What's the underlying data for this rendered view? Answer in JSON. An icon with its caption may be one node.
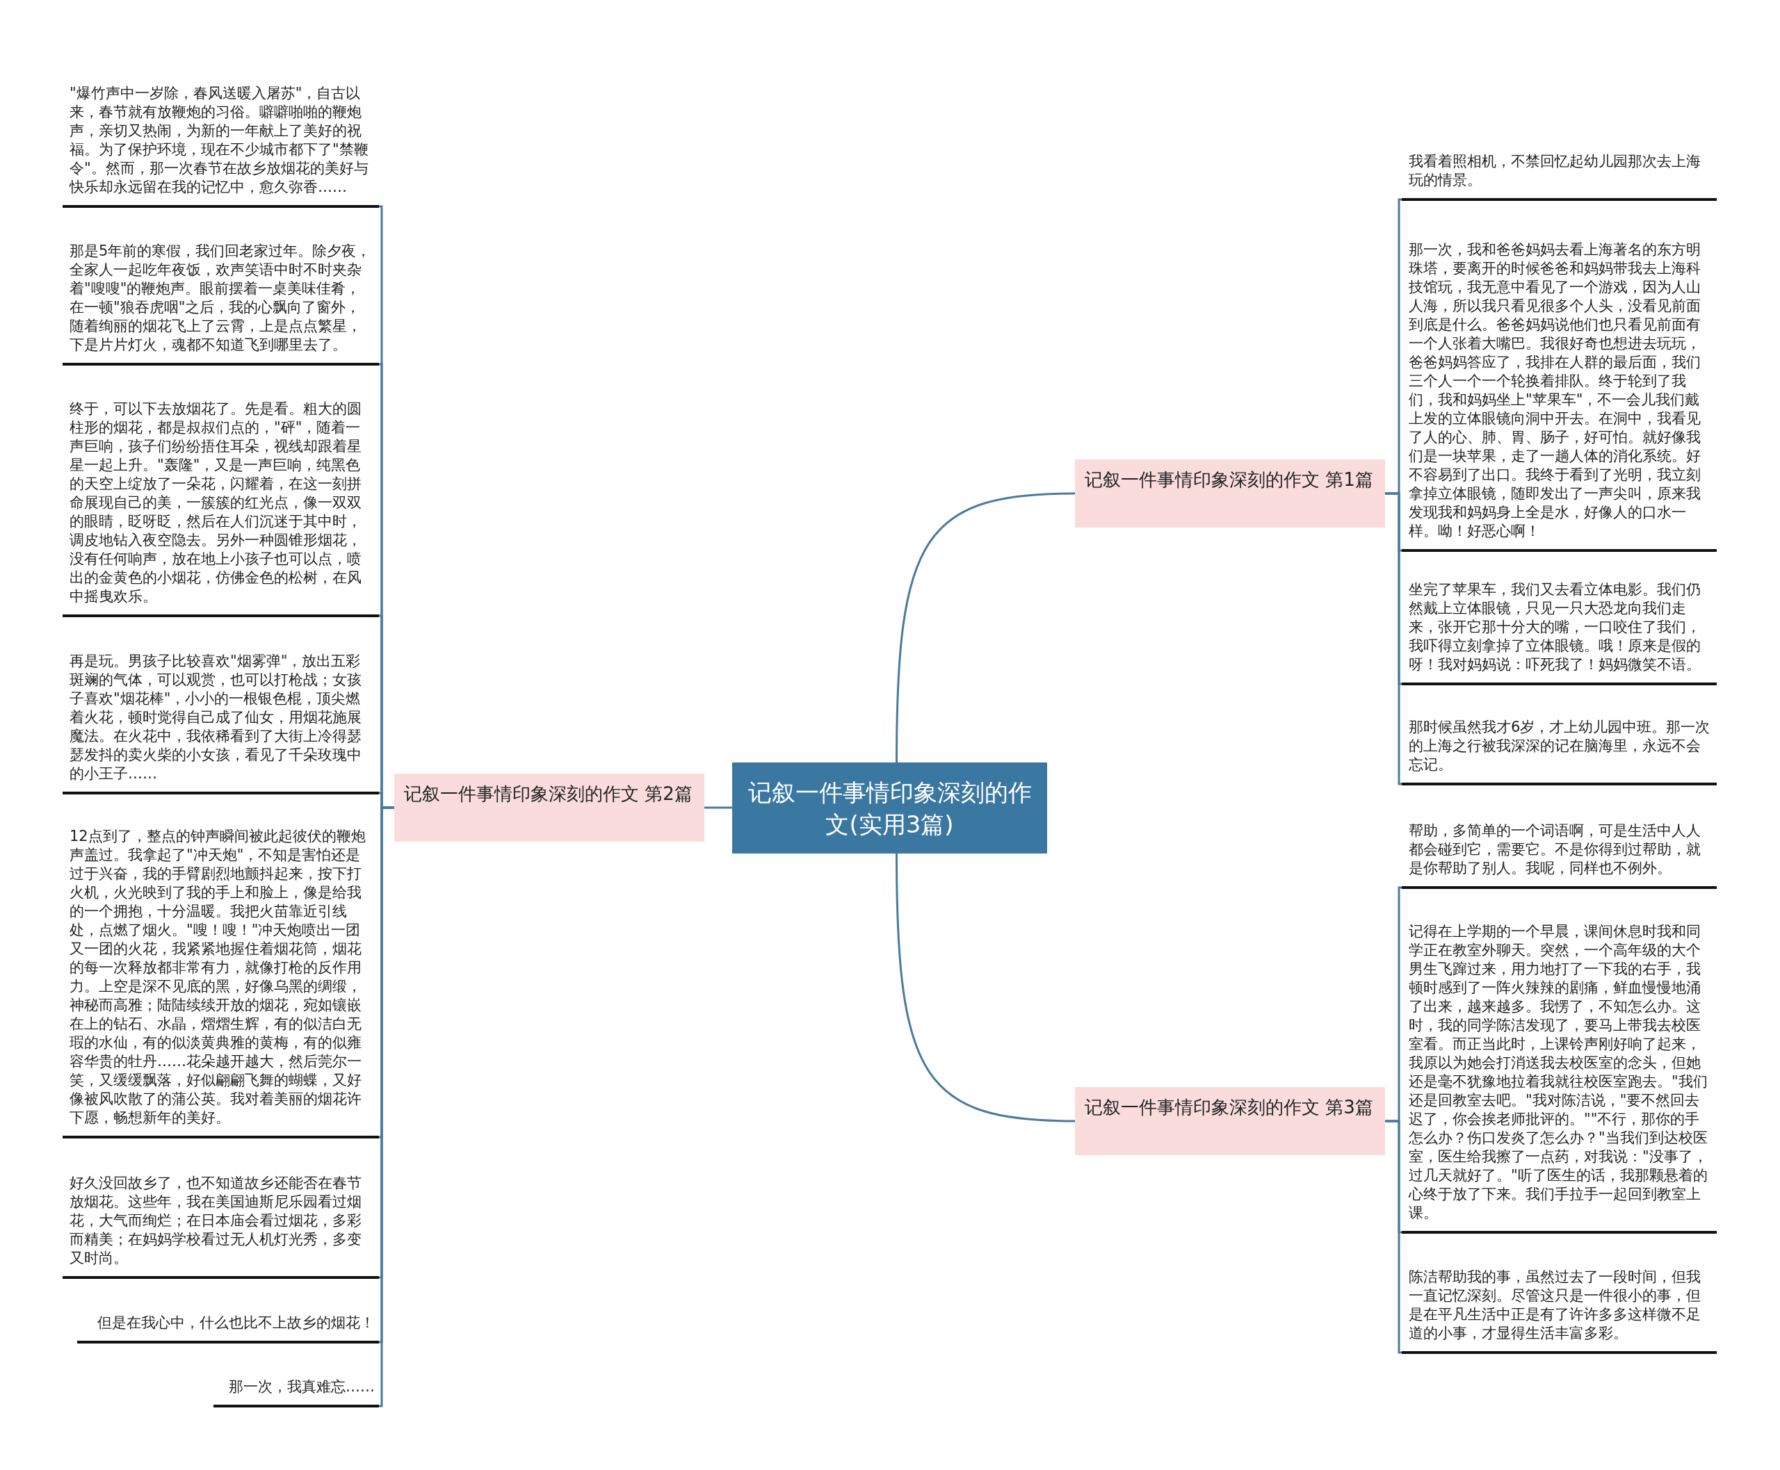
{
  "diagram": {
    "nodes": [
      {
        "text": [
          "记叙一件事情印象深刻的作文(实用3篇)"
        ]
      },
      {
        "text": [
          "记叙一件事情印象深刻的作文 第1篇"
        ]
      },
      {
        "text": [
          "我看着照相机，不禁回忆起幼儿园那次去上海玩的情景。"
        ]
      },
      {
        "text": [
          "那一次，我和爸爸妈妈去看上海著名的东方明珠塔，要离开的时候爸爸和妈妈带我去上海科技馆玩，我无意中看见了一个游戏，因为人山人海，所以我只看见很多个人头，没看见前面到底是什么。爸爸妈妈说他们也只看见前面有一个人张着大嘴巴。我很好奇也想进去玩玩，爸爸妈妈答应了，我排在人群的最后面，我们三个人一个一个轮换着排队。终于轮到了我们，我和妈妈坐上\"苹果车\"，不一会儿我们戴上发的立体眼镜向洞中开去。在洞中，我看见了人的心、肺、胃、肠子，好可怕。就好像我们是一块苹果，走了一趟人体的消化系统。好不容易到了出口。我终于看到了光明，我立刻拿掉立体眼镜，随即发出了一声尖叫，原来我发现我和妈妈身上全是水，好像人的口水一样。呦！好恶心啊！"
        ]
      },
      {
        "text": [
          "坐完了苹果车，我们又去看立体电影。我们仍然戴上立体眼镜，只见一只大恐龙向我们走来，张开它那十分大的嘴，一口咬住了我们，我吓得立刻拿掉了立体眼镜。哦！原来是假的呀！我对妈妈说：吓死我了！妈妈微笑不语。"
        ]
      },
      {
        "text": [
          "那时候虽然我才6岁，才上幼儿园中班。那一次的上海之行被我深深的记在脑海里，永远不会忘记。"
        ]
      },
      {
        "text": [
          "记叙一件事情印象深刻的作文 第2篇"
        ]
      },
      {
        "text": [
          "\"爆竹声中一岁除，春风送暖入屠苏\"，自古以来，春节就有放鞭炮的习俗。噼噼啪啪的鞭炮声，亲切又热闹，为新的一年献上了美好的祝福。为了保护环境，现在不少城市都下了\"禁鞭令\"。然而，那一次春节在故乡放烟花的美好与快乐却永远留在我的记忆中，愈久弥香……"
        ]
      },
      {
        "text": [
          "那是5年前的寒假，我们回老家过年。除夕夜，全家人一起吃年夜饭，欢声笑语中时不时夹杂着\"嗖嗖\"的鞭炮声。眼前摆着一桌美味佳肴，在一顿\"狼吞虎咽\"之后，我的心飘向了窗外，随着绚丽的烟花飞上了云霄，上是点点繁星，下是片片灯火，魂都不知道飞到哪里去了。"
        ]
      },
      {
        "text": [
          "终于，可以下去放烟花了。先是看。粗大的圆柱形的烟花，都是叔叔们点的，\"砰\"，随着一声巨响，孩子们纷纷捂住耳朵，视线却跟着星星一起上升。\"轰隆\"，又是一声巨响，纯黑色的天空上绽放了一朵花，闪耀着，在这一刻拼命展现自己的美，一簇簇的红光点，像一双双的眼睛，眨呀眨，然后在人们沉迷于其中时，调皮地钻入夜空隐去。另外一种圆锥形烟花，没有任何响声，放在地上小孩子也可以点，喷出的金黄色的小烟花，仿佛金色的松树，在风中摇曳欢乐。"
        ]
      },
      {
        "text": [
          "再是玩。男孩子比较喜欢\"烟雾弹\"，放出五彩斑斓的气体，可以观赏，也可以打枪战；女孩子喜欢\"烟花棒\"，小小的一根银色棍，顶尖燃着火花，顿时觉得自己成了仙女，用烟花施展魔法。在火花中，我依稀看到了大街上冷得瑟瑟发抖的卖火柴的小女孩，看见了千朵玫瑰中的小王子……"
        ]
      },
      {
        "text": [
          "12点到了，整点的钟声瞬间被此起彼伏的鞭炮声盖过。我拿起了\"冲天炮\"，不知是害怕还是过于兴奋，我的手臂剧烈地颤抖起来，按下打火机，火光映到了我的手上和脸上，像是给我的一个拥抱，十分温暖。我把火苗靠近引线处，点燃了烟火。\"嗖！嗖！\"冲天炮喷出一团又一团的火花，我紧紧地握住着烟花筒，烟花的每一次释放都非常有力，就像打枪的反作用力。上空是深不见底的黑，好像乌黑的绸缎，神秘而高雅；陆陆续续开放的烟花，宛如镶嵌在上的钻石、水晶，熠熠生辉，有的似洁白无瑕的水仙，有的似淡黄典雅的黄梅，有的似雍容华贵的牡丹……花朵越开越大，然后莞尔一笑，又缓缓飘落，好似翩翩飞舞的蝴蝶，又好像被风吹散了的蒲公英。我对着美丽的烟花许下愿，畅想新年的美好。"
        ]
      },
      {
        "text": [
          "好久没回故乡了，也不知道故乡还能否在春节放烟花。这些年，我在美国迪斯尼乐园看过烟花，大气而绚烂；在日本庙会看过烟花，多彩而精美；在妈妈学校看过无人机灯光秀，多变又时尚。"
        ]
      },
      {
        "text": [
          "但是在我心中，什么也比不上故乡的烟花！"
        ]
      },
      {
        "text": [
          "那一次，我真难忘……"
        ]
      },
      {
        "text": [
          "记叙一件事情印象深刻的作文 第3篇"
        ]
      },
      {
        "text": [
          "帮助，多简单的一个词语啊，可是生活中人人都会碰到它，需要它。不是你得到过帮助，就是你帮助了别人。我呢，同样也不例外。"
        ]
      },
      {
        "text": [
          "记得在上学期的一个早晨，课间休息时我和同学正在教室外聊天。突然，一个高年级的大个男生飞蹿过来，用力地打了一下我的右手，我顿时感到了一阵火辣辣的剧痛，鲜血慢慢地涌了出来，越来越多。我愣了，不知怎么办。这时，我的同学陈洁发现了，要马上带我去校医室看。而正当此时，上课铃声刚好响了起来，我原以为她会打消送我去校医室的念头，但她还是毫不犹豫地拉着我就往校医室跑去。\"我们还是回教室去吧。\"我对陈洁说，\"要不然回去迟了，你会挨老师批评的。\"\"不行，那你的手怎么办？伤口发炎了怎么办？\"当我们到达校医室，医生给我擦了一点药，对我说：\"没事了，过几天就好了。\"听了医生的话，我那颗悬着的心终于放了下来。我们手拉手一起回到教室上课。"
        ]
      },
      {
        "text": [
          "陈洁帮助我的事，虽然过去了一段时间，但我一直记忆深刻。尽管这只是一件很小的事，但是在平凡生活中正是有了许许多多这样微不足道的小事，才显得生活丰富多彩。"
        ]
      }
    ],
    "edges": [
      {
        "from": 0,
        "to": 1,
        "arrow": "none"
      },
      {
        "from": 1,
        "to": 2,
        "arrow": "none"
      },
      {
        "from": 1,
        "to": 3,
        "arrow": "none"
      },
      {
        "from": 1,
        "to": 4,
        "arrow": "none"
      },
      {
        "from": 1,
        "to": 5,
        "arrow": "none"
      },
      {
        "from": 0,
        "to": 6,
        "arrow": "none"
      },
      {
        "from": 6,
        "to": 7,
        "arrow": "none"
      },
      {
        "from": 6,
        "to": 8,
        "arrow": "none"
      },
      {
        "from": 6,
        "to": 9,
        "arrow": "none"
      },
      {
        "from": 6,
        "to": 10,
        "arrow": "none"
      },
      {
        "from": 6,
        "to": 11,
        "arrow": "none"
      },
      {
        "from": 6,
        "to": 12,
        "arrow": "none"
      },
      {
        "from": 6,
        "to": 13,
        "arrow": "none"
      },
      {
        "from": 6,
        "to": 14,
        "arrow": "none"
      },
      {
        "from": 0,
        "to": 15,
        "arrow": "none"
      },
      {
        "from": 15,
        "to": 16,
        "arrow": "none"
      },
      {
        "from": 15,
        "to": 17,
        "arrow": "none"
      },
      {
        "from": 15,
        "to": 18,
        "arrow": "none"
      }
    ]
  }
}
